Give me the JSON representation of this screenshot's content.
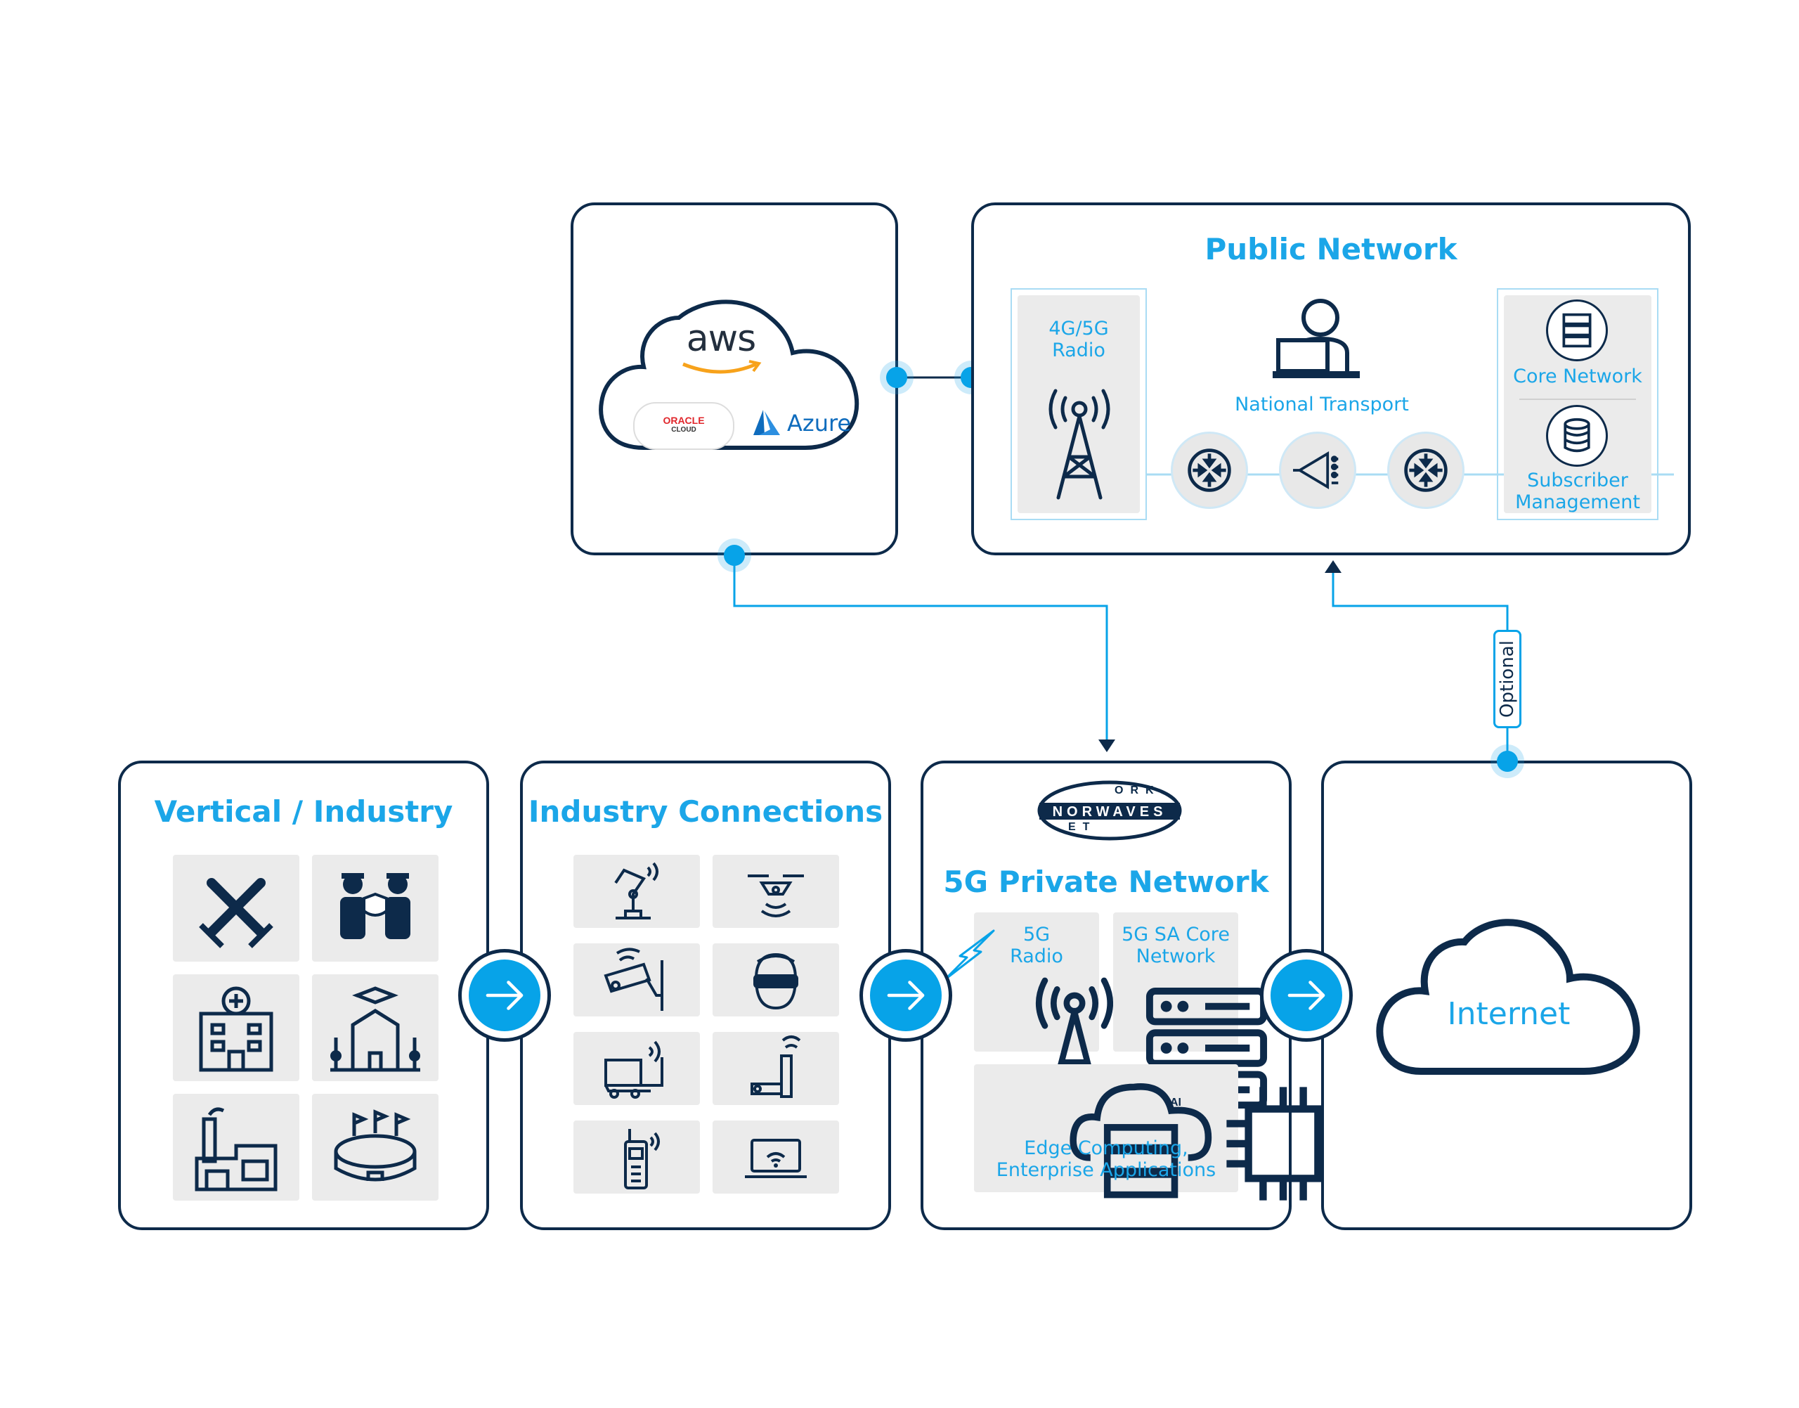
{
  "colors": {
    "navy": "#0d2a4a",
    "accent": "#1ba6e8",
    "tile": "#ebebeb"
  },
  "cloud_panel": {
    "aws": "aws",
    "oracle": "ORACLE",
    "oracle_sub": "CLOUD",
    "azure": "Azure"
  },
  "public_network": {
    "title": "Public Network",
    "radio": "4G/5G\nRadio",
    "transport": "National Transport",
    "core": "Core Network",
    "subscriber": "Subscriber\nManagement"
  },
  "vertical": {
    "title": "Vertical / Industry",
    "icons": [
      "swords-icon",
      "security-guards-icon",
      "hospital-icon",
      "university-icon",
      "factory-icon",
      "stadium-icon"
    ]
  },
  "connections": {
    "title": "Industry Connections",
    "icons": [
      "robot-arm-icon",
      "drone-icon",
      "cctv-camera-icon",
      "vr-headset-icon",
      "agv-vehicle-icon",
      "connected-machine-icon",
      "walkie-talkie-icon",
      "laptop-wifi-icon"
    ]
  },
  "private": {
    "logo_text": "NORWAVES",
    "logo_ring_top": "ORK",
    "logo_ring_bottom": "ET",
    "title": "5G Private Network",
    "radio": "5G\nRadio",
    "core": "5G SA Core\nNetwork",
    "edge": "Edge Computing,\nEnterprise Applications",
    "ai": "AI"
  },
  "internet": {
    "label": "Internet"
  },
  "optional": "Optional"
}
